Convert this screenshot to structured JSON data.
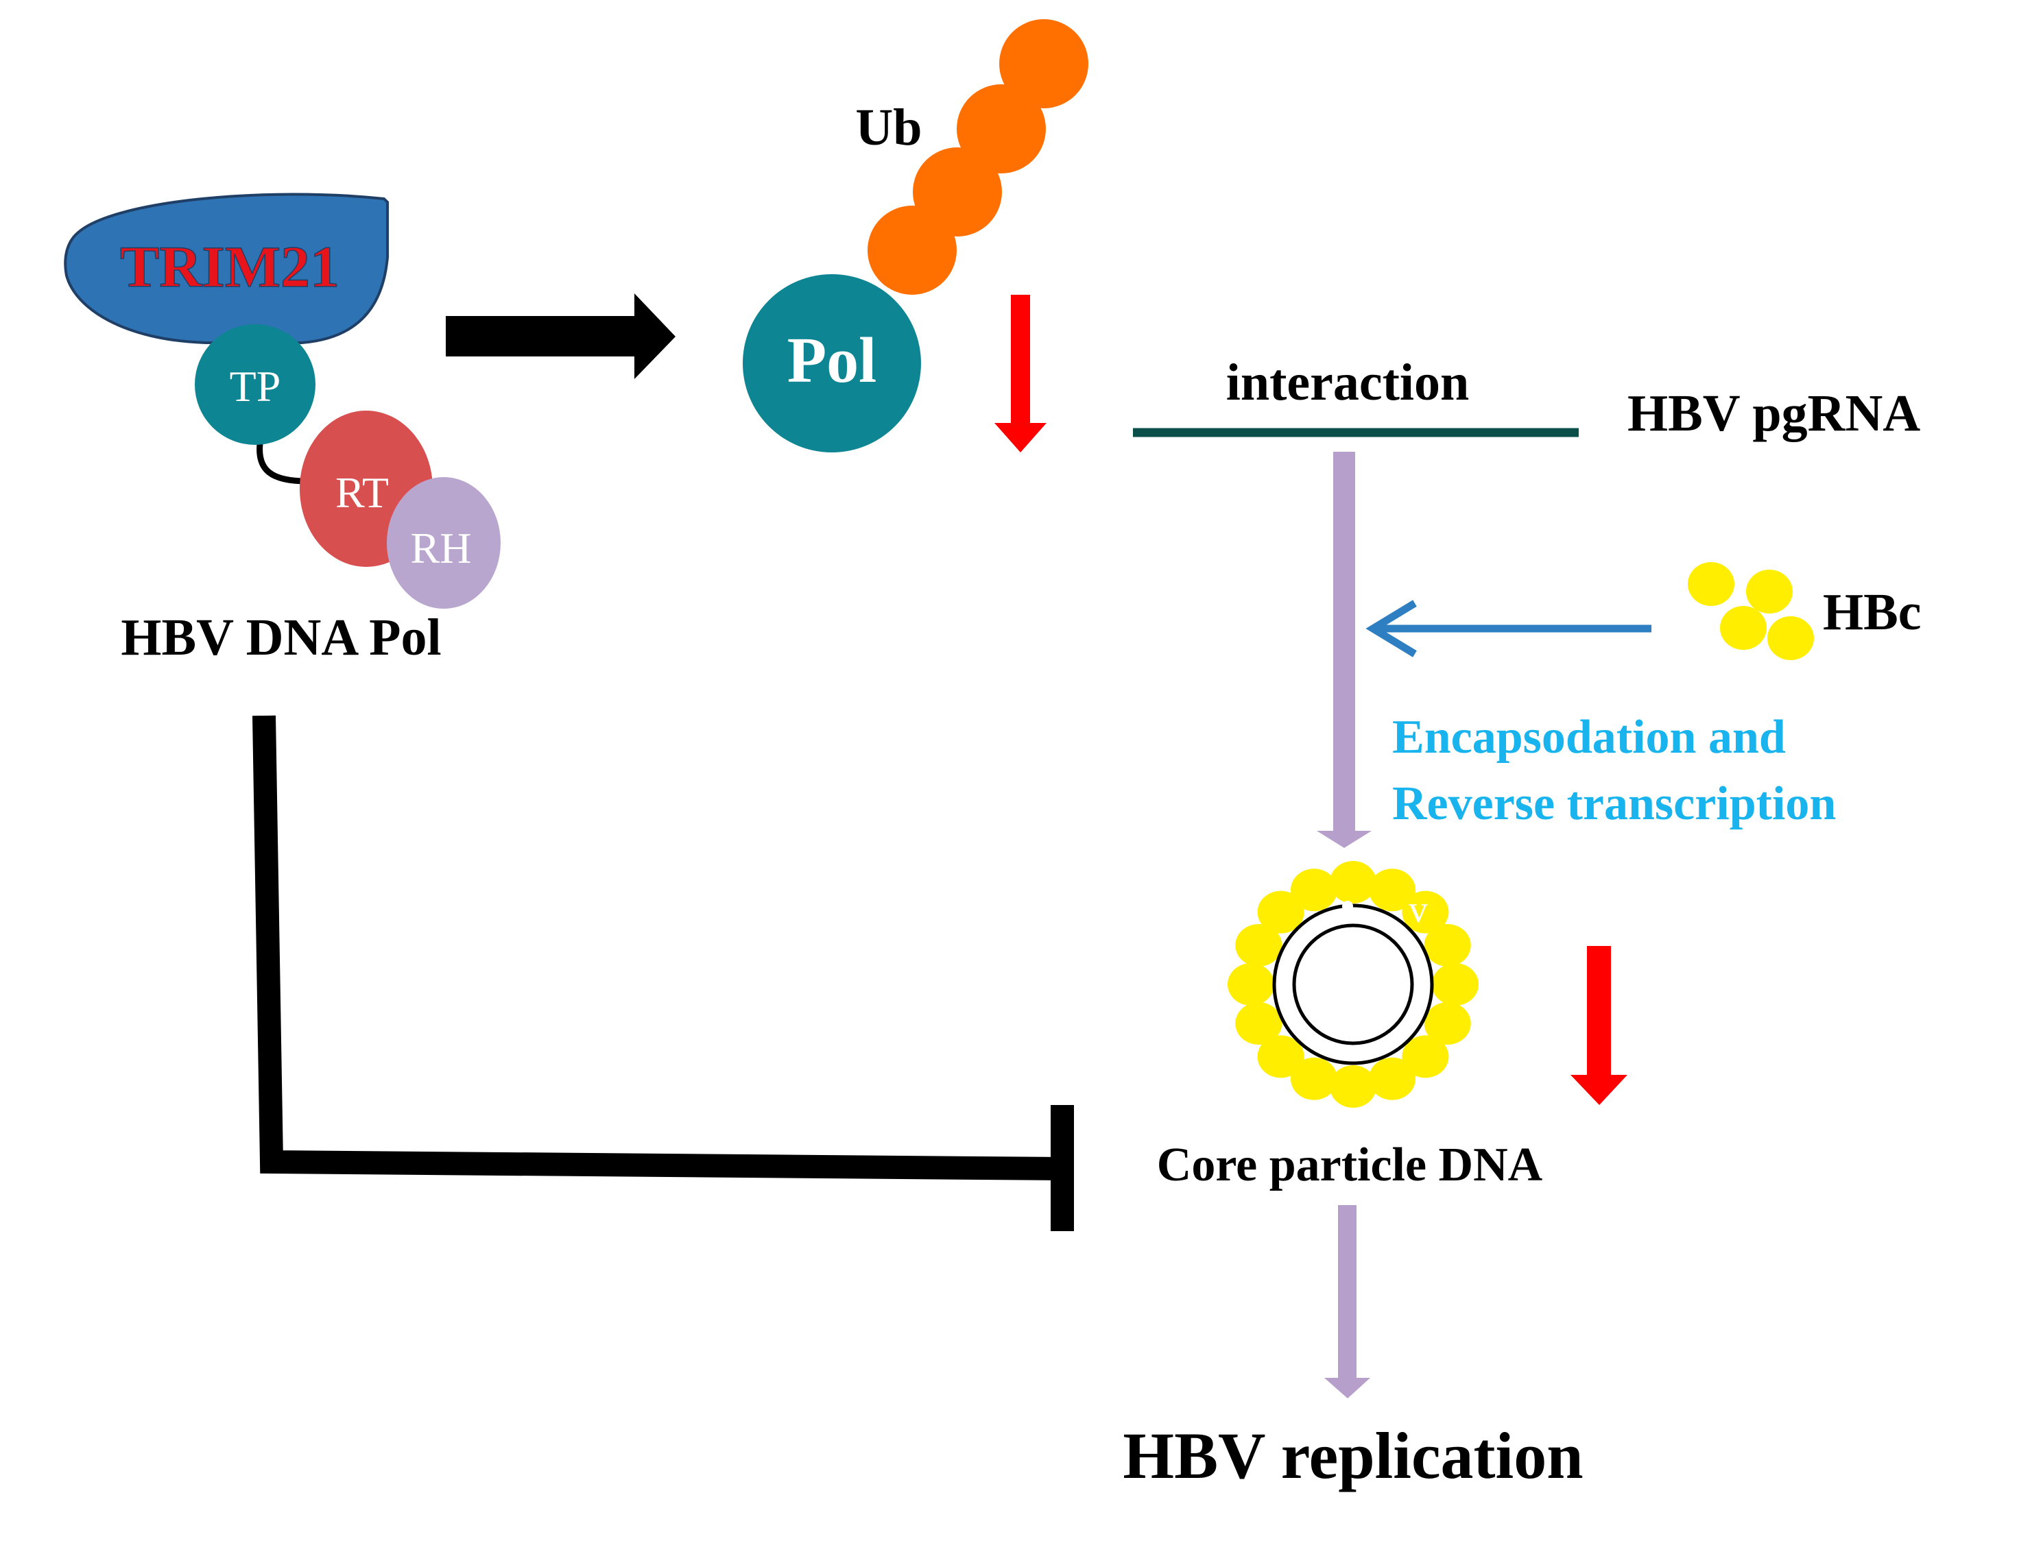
{
  "labels": {
    "trim21": "TRIM21",
    "tp": "TP",
    "rt": "RT",
    "rh": "RH",
    "hbv_dna_pol": "HBV DNA Pol",
    "pol": "Pol",
    "ub": "Ub",
    "interaction": "interaction",
    "hbv_pgrna": "HBV pgRNA",
    "hbc": "HBc",
    "encapsidation_line1": "Encapsodation and",
    "encapsidation_line2": "Reverse transcription",
    "core_particle_dna": "Core particle DNA",
    "hbv_replication": "HBV replication"
  },
  "colors": {
    "trim21_fill": "#2e74b5",
    "trim21_text": "#e8141b",
    "tp_fill": "#0e8593",
    "pol_fill": "#0e8593",
    "rt_fill": "#d84f4f",
    "rh_fill": "#b9a6cf",
    "ubiquitin": "#ff7000",
    "decrease_arrow": "#ff0000",
    "pathway_arrow": "#b79fcc",
    "hbc_arrow": "#2e7fc1",
    "hbc_particle": "#ffee00",
    "encapsidation_text": "#19b4ee",
    "pgrna_line": "#0b4f4a",
    "black": "#000000"
  }
}
